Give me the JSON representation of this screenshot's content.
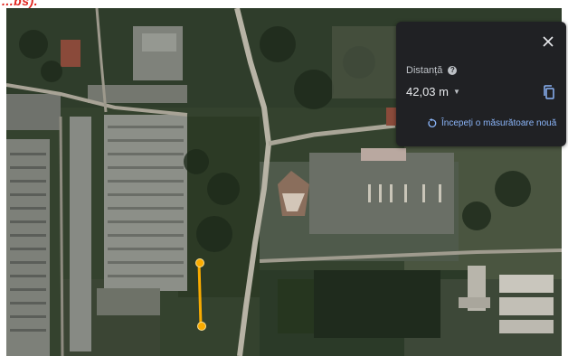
{
  "corner_mark": "...bs).",
  "panel": {
    "distance_label": "Distanță",
    "distance_value": "42,03 m",
    "new_measurement_label": "Începeți o măsurătoare nouă"
  },
  "icons": {
    "close": "close-icon",
    "help": "help-icon",
    "dropdown": "caret-down-icon",
    "copy": "copy-icon",
    "restart": "restart-icon"
  },
  "colors": {
    "panel_bg": "#202124",
    "accent": "#8ab4f8",
    "measure_line": "#f9ab00"
  }
}
